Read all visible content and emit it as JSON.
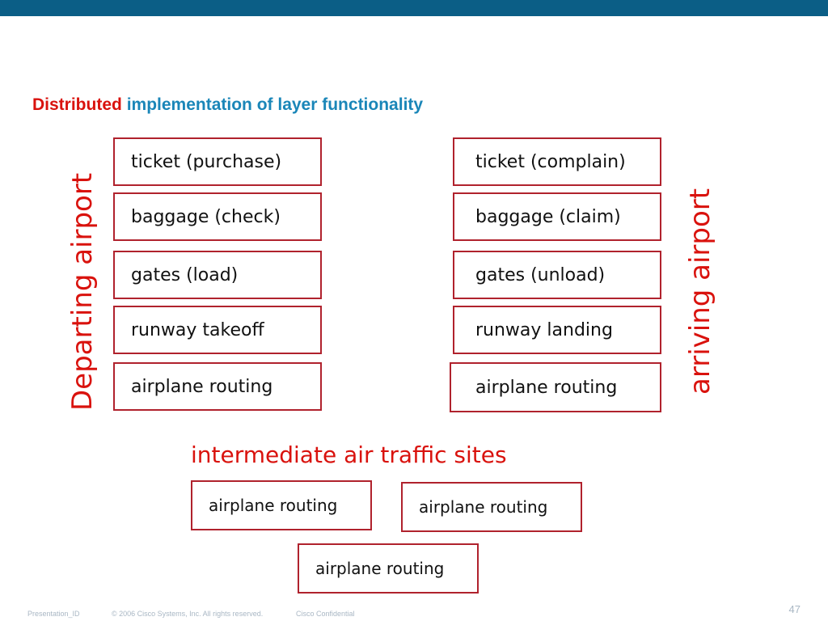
{
  "slide": {
    "title_emphasis": "Distributed",
    "title_rest": "implementation of layer functionality",
    "departing_label": "Departing airport",
    "arriving_label": "arriving airport",
    "intermediate_label": "intermediate air traffic sites"
  },
  "departing": [
    "ticket (purchase)",
    "baggage (check)",
    "gates (load)",
    "runway takeoff",
    "airplane routing"
  ],
  "arriving": [
    "ticket (complain)",
    "baggage (claim)",
    "gates (unload)",
    "runway landing",
    "airplane routing"
  ],
  "intermediate": [
    "airplane routing",
    "airplane routing",
    "airplane routing"
  ],
  "footer": {
    "presentation_id": "Presentation_ID",
    "copyright": "© 2006 Cisco Systems, Inc. All rights reserved.",
    "confidential": "Cisco Confidential",
    "page_number": "47"
  },
  "colors": {
    "top_bar": "#0b5e86",
    "accent_red": "#d9120d",
    "accent_blue": "#1a86b8",
    "box_border": "#b0222d"
  }
}
